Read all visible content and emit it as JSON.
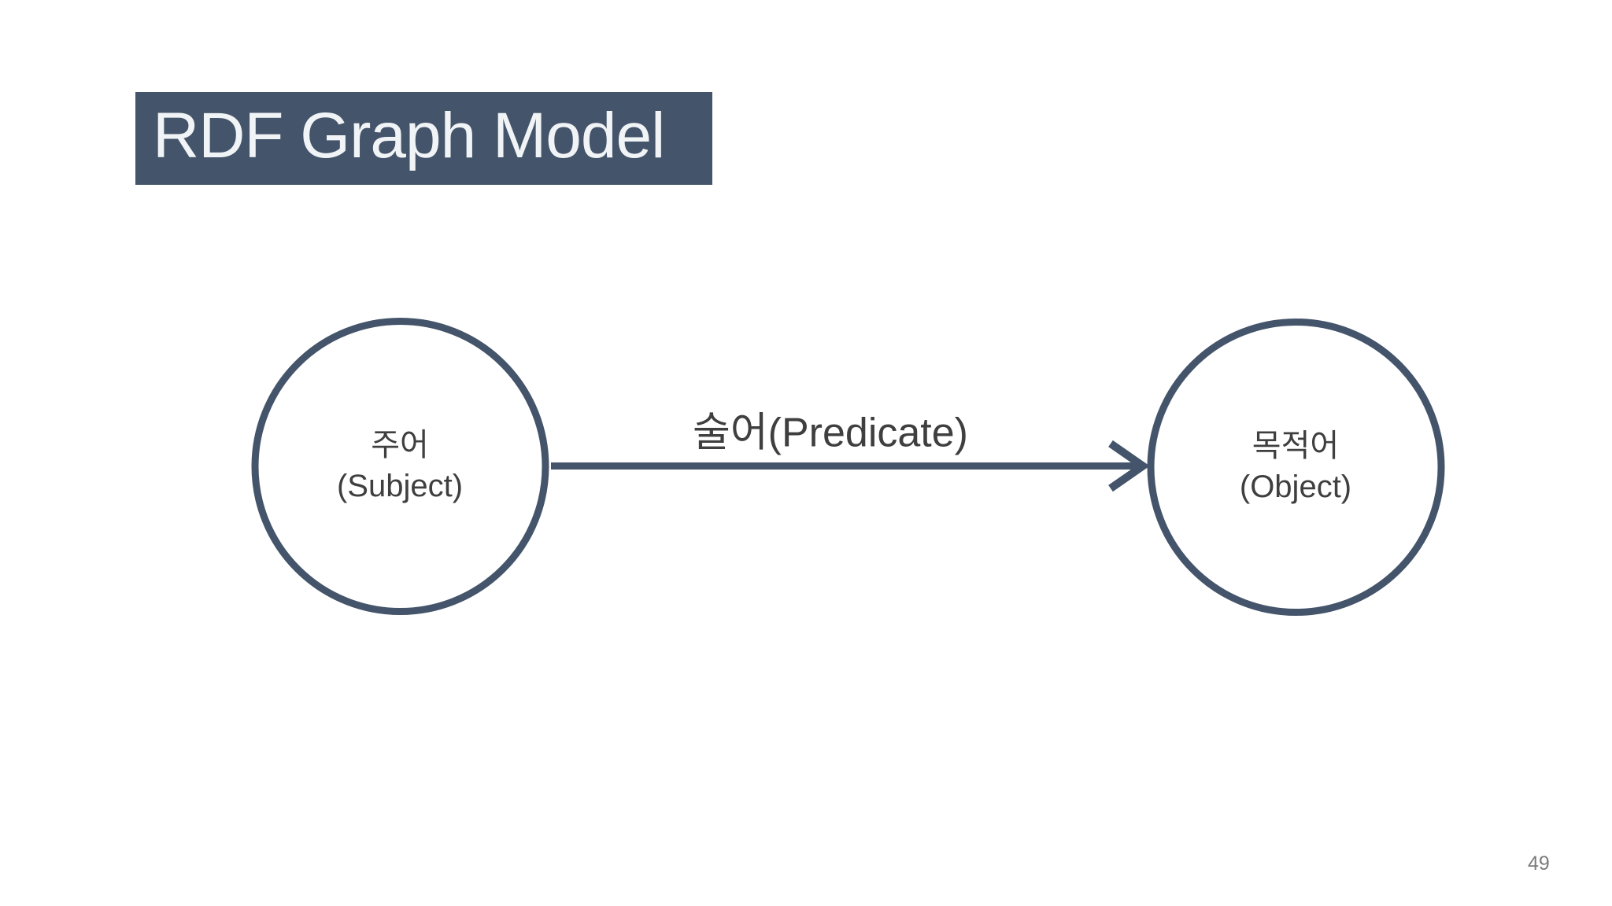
{
  "slide": {
    "title": "RDF Graph Model",
    "page_number": "49"
  },
  "diagram": {
    "subject_node": {
      "line1": "주어",
      "line2": "(Subject)"
    },
    "predicate_label": "술어(Predicate)",
    "object_node": {
      "line1": "목적어",
      "line2": "(Object)"
    }
  },
  "colors": {
    "title_bar_bg": "#44546A",
    "title_text": "#F1F4F6",
    "node_stroke": "#44546A",
    "arrow": "#44546A",
    "label_text": "#3F3F3F",
    "page_number_text": "#7C7C7C",
    "background": "#FFFFFF"
  }
}
